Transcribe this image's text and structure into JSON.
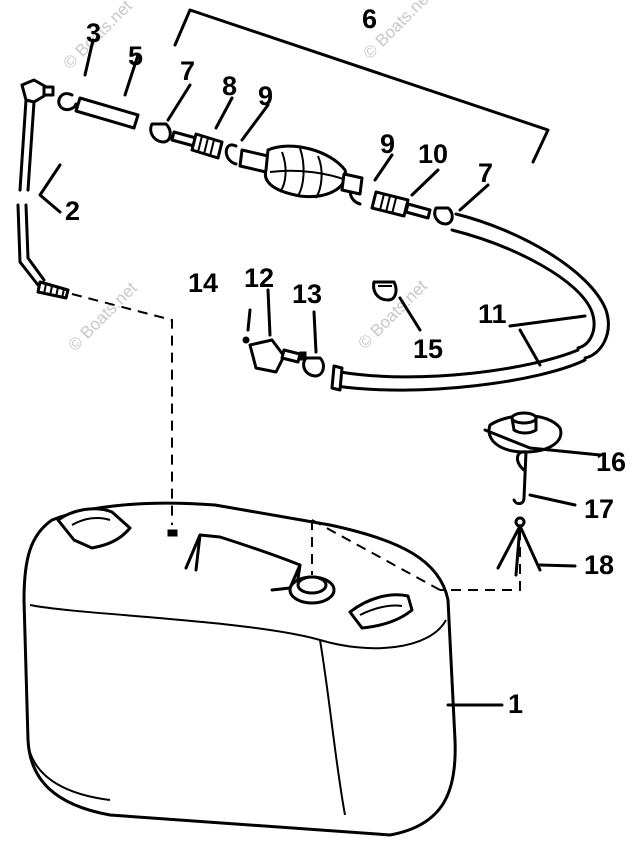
{
  "diagram": {
    "callouts": [
      {
        "id": "c1",
        "label": "1"
      },
      {
        "id": "c2",
        "label": "2"
      },
      {
        "id": "c3",
        "label": "3"
      },
      {
        "id": "c5",
        "label": "5"
      },
      {
        "id": "c6",
        "label": "6"
      },
      {
        "id": "c7a",
        "label": "7"
      },
      {
        "id": "c7b",
        "label": "7"
      },
      {
        "id": "c8",
        "label": "8"
      },
      {
        "id": "c9a",
        "label": "9"
      },
      {
        "id": "c9b",
        "label": "9"
      },
      {
        "id": "c10",
        "label": "10"
      },
      {
        "id": "c11",
        "label": "11"
      },
      {
        "id": "c12",
        "label": "12"
      },
      {
        "id": "c13",
        "label": "13"
      },
      {
        "id": "c14",
        "label": "14"
      },
      {
        "id": "c15",
        "label": "15"
      },
      {
        "id": "c16",
        "label": "16"
      },
      {
        "id": "c17",
        "label": "17"
      },
      {
        "id": "c18",
        "label": "18"
      }
    ],
    "watermark": "© Boats.net",
    "line_color": "#000000",
    "watermark_color": "#c8c8c8"
  }
}
